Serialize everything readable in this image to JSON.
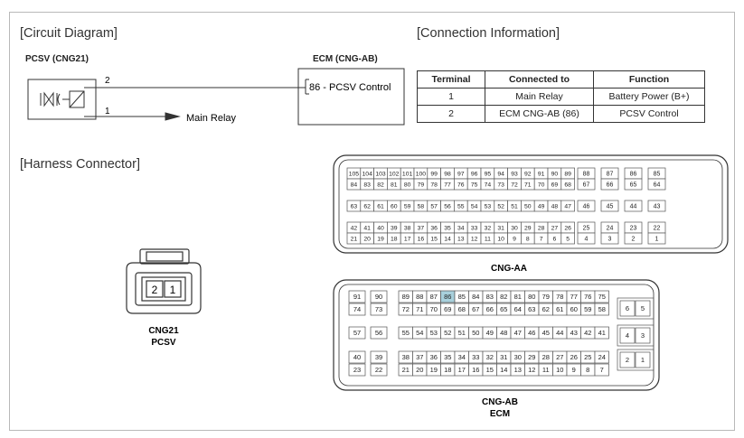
{
  "titles": {
    "circuit": "[Circuit Diagram]",
    "connection": "[Connection Information]",
    "harness": "[Harness Connector]"
  },
  "circuit": {
    "pcsv_label": "PCSV (CNG21)",
    "ecm_label": "ECM (CNG-AB)",
    "pin_top": "2",
    "pin_bottom": "1",
    "ecm_pin_text": "86 - PCSV Control",
    "main_relay_text": "Main Relay"
  },
  "table": {
    "headers": [
      "Terminal",
      "Connected to",
      "Function"
    ],
    "rows": [
      [
        "1",
        "Main Relay",
        "Battery Power (B+)"
      ],
      [
        "2",
        "ECM CNG-AB (86)",
        "PCSV Control"
      ]
    ]
  },
  "cng21": {
    "pins": [
      "2",
      "1"
    ],
    "label_line1": "CNG21",
    "label_line2": "PCSV"
  },
  "cng_aa": {
    "label": "CNG-AA",
    "main_rows": [
      [
        "105",
        "104",
        "103",
        "102",
        "101",
        "100",
        "99",
        "98",
        "97",
        "96",
        "95",
        "94",
        "93",
        "92",
        "91",
        "90",
        "89"
      ],
      [
        "84",
        "83",
        "82",
        "81",
        "80",
        "79",
        "78",
        "77",
        "76",
        "75",
        "74",
        "73",
        "72",
        "71",
        "70",
        "69",
        "68"
      ],
      [
        "63",
        "62",
        "61",
        "60",
        "59",
        "58",
        "57",
        "56",
        "55",
        "54",
        "53",
        "52",
        "51",
        "50",
        "49",
        "48",
        "47"
      ],
      [
        "42",
        "41",
        "40",
        "39",
        "38",
        "37",
        "36",
        "35",
        "34",
        "33",
        "32",
        "31",
        "30",
        "29",
        "28",
        "27",
        "26"
      ],
      [
        "21",
        "20",
        "19",
        "18",
        "17",
        "16",
        "15",
        "14",
        "13",
        "12",
        "11",
        "10",
        "9",
        "8",
        "7",
        "6",
        "5"
      ]
    ],
    "side_rows": [
      [
        "88",
        "87",
        "86",
        "85"
      ],
      [
        "67",
        "66",
        "65",
        "64"
      ],
      [
        "46",
        "45",
        "44",
        "43"
      ],
      [
        "25",
        "24",
        "23",
        "22"
      ],
      [
        "4",
        "3",
        "2",
        "1"
      ]
    ]
  },
  "cng_ab": {
    "label_line1": "CNG-AB",
    "label_line2": "ECM",
    "left_rows": [
      [
        "91",
        "90"
      ],
      [
        "74",
        "73"
      ],
      [
        "57",
        "56"
      ],
      [
        "40",
        "39"
      ],
      [
        "23",
        "22"
      ]
    ],
    "main_rows": [
      [
        "89",
        "88",
        "87",
        "86",
        "85",
        "84",
        "83",
        "82",
        "81",
        "80",
        "79",
        "78",
        "77",
        "76",
        "75"
      ],
      [
        "72",
        "71",
        "70",
        "69",
        "68",
        "67",
        "66",
        "65",
        "64",
        "63",
        "62",
        "61",
        "60",
        "59",
        "58"
      ],
      [
        "55",
        "54",
        "53",
        "52",
        "51",
        "50",
        "49",
        "48",
        "47",
        "46",
        "45",
        "44",
        "43",
        "42",
        "41"
      ],
      [
        "38",
        "37",
        "36",
        "35",
        "34",
        "33",
        "32",
        "31",
        "30",
        "29",
        "28",
        "27",
        "26",
        "25",
        "24"
      ],
      [
        "21",
        "20",
        "19",
        "18",
        "17",
        "16",
        "15",
        "14",
        "13",
        "12",
        "11",
        "10",
        "9",
        "8",
        "7"
      ]
    ],
    "right_pairs": [
      [
        "6",
        "5"
      ],
      [
        "4",
        "3"
      ],
      [
        "2",
        "1"
      ]
    ],
    "highlight_pin": "86",
    "highlight_color": "#a8d0dc"
  }
}
